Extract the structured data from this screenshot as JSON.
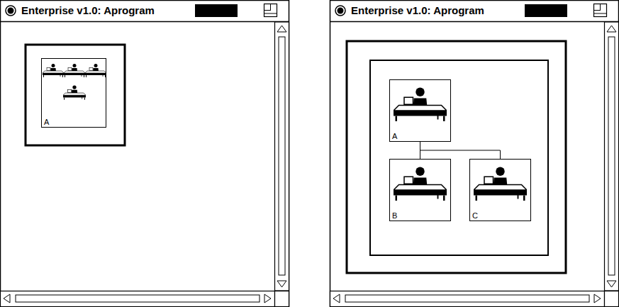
{
  "diagram": {
    "nodes": [
      {
        "text": [
          "A"
        ]
      },
      {
        "text": [
          "A"
        ]
      },
      {
        "text": [
          "B"
        ]
      },
      {
        "text": [
          "C"
        ]
      }
    ],
    "edges": [
      {
        "from": 1,
        "to": 2,
        "arrow": "none"
      },
      {
        "from": 1,
        "to": 3,
        "arrow": "none"
      }
    ],
    "labels": [
      "Enterprise v1.0: Aprogram",
      "Enterprise v1.0: Aprogram"
    ]
  }
}
